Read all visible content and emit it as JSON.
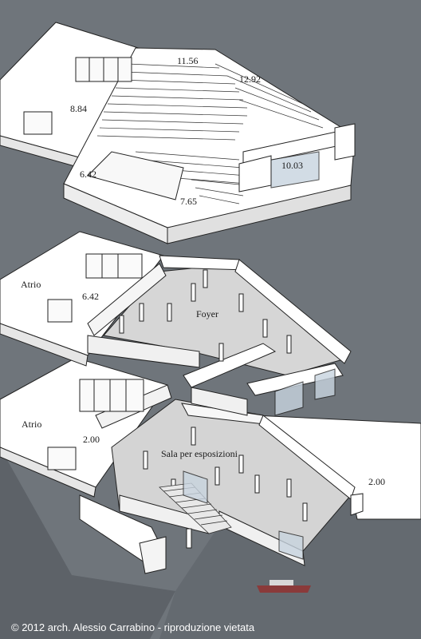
{
  "colors": {
    "background": "#6f757b",
    "water": "#5d6268",
    "slab": "#ffffff",
    "floor": "#d9d9d9",
    "shadow": "#bfc3c6",
    "line": "#222222",
    "glass": "#c8d4df"
  },
  "levels": {
    "top": {
      "elevations": [
        "11.56",
        "12.92",
        "8.84",
        "6.42",
        "7.65",
        "10.03"
      ]
    },
    "middle": {
      "atrio_label": "Atrio",
      "elevation": "6.42",
      "foyer_label": "Foyer"
    },
    "ground": {
      "atrio_label": "Atrio",
      "elevation": "2.00",
      "hall_label": "Sala per esposizioni",
      "terrace_elevation": "2.00"
    }
  },
  "copyright": "© 2012 arch. Alessio Carrabino - riproduzione vietata"
}
